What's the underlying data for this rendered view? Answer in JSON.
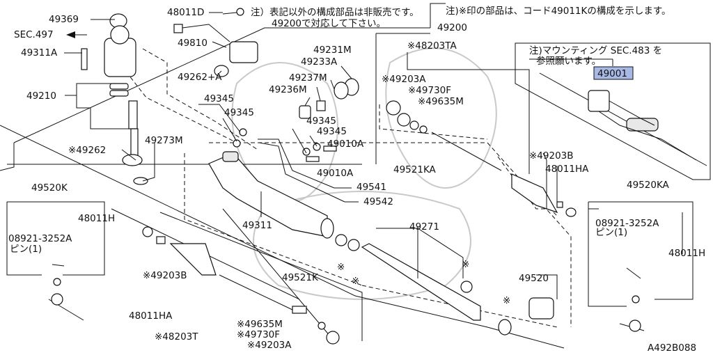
{
  "notes": {
    "top_center_line1": "注）表記以外の構成部品は非販売です。",
    "top_center_line2": "49200で対応して下さい。",
    "top_right": "注)※印の部品は、コード49011Kの構成を示します。",
    "mounting_line1": "注)マウンティング SEC.483 を",
    "mounting_line2": "参照願います。"
  },
  "sec_ref": "SEC.497",
  "figure_code": "A492B088",
  "highlight_color": "#a9b9e6",
  "labels": {
    "p49369": "49369",
    "p48011D": "48011D",
    "p49311A": "49311A",
    "p49810": "49810",
    "p49210": "49210",
    "p49262A": "49262+A",
    "p49231M": "49231M",
    "p49233A": "49233A",
    "p49237M": "49237M",
    "p49236M": "49236M",
    "p49345a": "49345",
    "p49345b": "49345",
    "p49345c": "49345",
    "p49345d": "49345",
    "p49010Aa": "49010A",
    "p49010Ab": "49010A",
    "p49262": "※49262",
    "p49273M": "49273M",
    "p49541": "49541",
    "p49542": "49542",
    "p49311": "49311",
    "p49200": "49200",
    "p48203TA": "※48203TA",
    "p49203Aa": "※49203A",
    "p49730Fa": "※49730F",
    "p49635Ma": "※49635M",
    "p49203Ba": "※49203B",
    "p48011HAa": "48011HA",
    "p49521KA": "49521KA",
    "p49520KA": "49520KA",
    "p08921a": "08921-3252A",
    "pin_a": "ピン(1)",
    "p48011Ha": "48011H",
    "p49001": "49001",
    "p49520K": "49520K",
    "p48011Hb": "48011H",
    "p08921b": "08921-3252A",
    "pin_b": "ピン(1)",
    "p49203Bb": "※49203B",
    "p48011HAb": "48011HA",
    "p48203T": "※48203T",
    "p49521K": "49521K",
    "p49635Mb": "※49635M",
    "p49730Fb": "※49730F",
    "p49203Ab": "※49203A",
    "p49271": "49271",
    "p49520": "49520",
    "star": "※"
  }
}
